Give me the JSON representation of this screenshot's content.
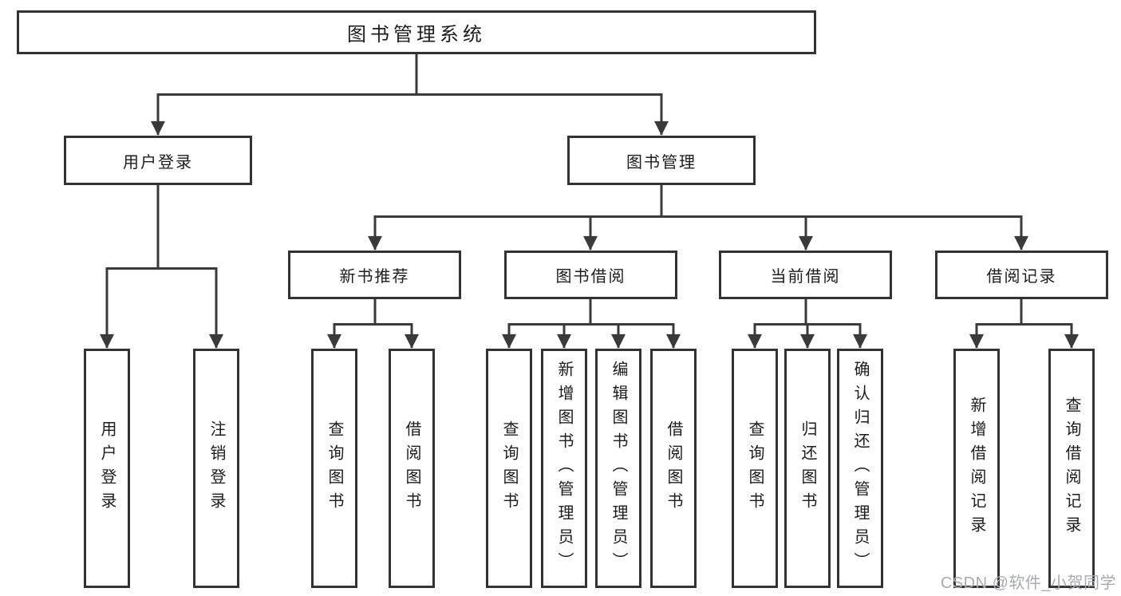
{
  "diagram": {
    "root": {
      "label": "图书管理系统"
    },
    "level2": [
      {
        "label": "用户登录",
        "children": [
          "用户登录",
          "注销登录"
        ]
      },
      {
        "label": "图书管理"
      }
    ],
    "level3": [
      {
        "label": "新书推荐",
        "children": [
          "查询图书",
          "借阅图书"
        ]
      },
      {
        "label": "图书借阅",
        "children": [
          "查询图书",
          "新增图书（管理员）",
          "编辑图书（管理员）",
          "借阅图书"
        ]
      },
      {
        "label": "当前借阅",
        "children": [
          "查询图书",
          "归还图书",
          "确认归还（管理员）"
        ]
      },
      {
        "label": "借阅记录",
        "children": [
          "新增借阅记录",
          "查询借阅记录"
        ]
      }
    ]
  },
  "watermark": "CSDN @软件_小贺同学",
  "colors": {
    "line": "#3a3a3a",
    "box_border": "#333333",
    "text": "#1c1c1c",
    "watermark": "#a9aab3",
    "background": "#ffffff"
  }
}
